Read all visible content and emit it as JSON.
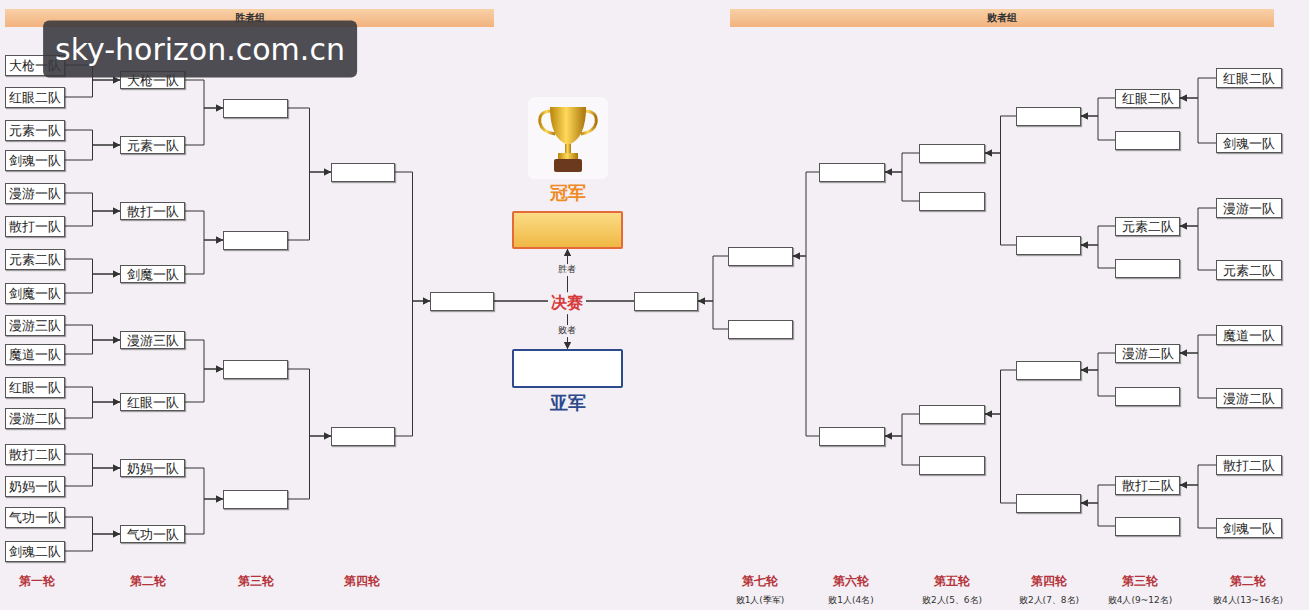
{
  "diagram": {
    "nodes": [
      {
        "text": [
          "胜者组"
        ]
      },
      {
        "text": [
          "败者组"
        ]
      },
      {
        "text": [
          "大枪一队"
        ]
      },
      {
        "text": [
          "红眼二队"
        ]
      },
      {
        "text": [
          "元素一队"
        ]
      },
      {
        "text": [
          "剑魂一队"
        ]
      },
      {
        "text": [
          "漫游一队"
        ]
      },
      {
        "text": [
          "散打一队"
        ]
      },
      {
        "text": [
          "元素二队"
        ]
      },
      {
        "text": [
          "剑魔一队"
        ]
      },
      {
        "text": [
          "漫游三队"
        ]
      },
      {
        "text": [
          "魔道一队"
        ]
      },
      {
        "text": [
          "红眼一队"
        ]
      },
      {
        "text": [
          "漫游二队"
        ]
      },
      {
        "text": [
          "散打二队"
        ]
      },
      {
        "text": [
          "奶妈一队"
        ]
      },
      {
        "text": [
          "气功一队"
        ]
      },
      {
        "text": [
          "剑魂二队"
        ]
      },
      {
        "text": [
          "大枪一队"
        ]
      },
      {
        "text": [
          "元素一队"
        ]
      },
      {
        "text": [
          "散打一队"
        ]
      },
      {
        "text": [
          "剑魔一队"
        ]
      },
      {
        "text": [
          "漫游三队"
        ]
      },
      {
        "text": [
          "红眼一队"
        ]
      },
      {
        "text": [
          "奶妈一队"
        ]
      },
      {
        "text": [
          "气功一队"
        ]
      },
      {
        "text": []
      },
      {
        "text": []
      },
      {
        "text": []
      },
      {
        "text": []
      },
      {
        "text": []
      },
      {
        "text": []
      },
      {
        "text": []
      },
      {
        "text": [
          "冠军"
        ]
      },
      {
        "text": [
          "亚军"
        ]
      },
      {
        "text": []
      },
      {
        "text": []
      },
      {
        "text": []
      },
      {
        "text": []
      },
      {
        "text": []
      },
      {
        "text": []
      },
      {
        "text": []
      },
      {
        "text": []
      },
      {
        "text": []
      },
      {
        "text": []
      },
      {
        "text": []
      },
      {
        "text": []
      },
      {
        "text": []
      },
      {
        "text": [
          "红眼二队"
        ]
      },
      {
        "text": []
      },
      {
        "text": [
          "元素二队"
        ]
      },
      {
        "text": []
      },
      {
        "text": [
          "漫游二队"
        ]
      },
      {
        "text": []
      },
      {
        "text": [
          "散打二队"
        ]
      },
      {
        "text": []
      },
      {
        "text": [
          "红眼二队"
        ]
      },
      {
        "text": [
          "剑魂一队"
        ]
      },
      {
        "text": [
          "漫游一队"
        ]
      },
      {
        "text": [
          "元素二队"
        ]
      },
      {
        "text": [
          "魔道一队"
        ]
      },
      {
        "text": [
          "漫游二队"
        ]
      },
      {
        "text": [
          "散打二队"
        ]
      },
      {
        "text": [
          "剑魂一队"
        ]
      }
    ],
    "edges": [
      {
        "from": 2,
        "to": 18,
        "arrow": "to"
      },
      {
        "from": 3,
        "to": 18,
        "arrow": "to"
      },
      {
        "from": 4,
        "to": 19,
        "arrow": "to"
      },
      {
        "from": 5,
        "to": 19,
        "arrow": "to"
      },
      {
        "from": 6,
        "to": 20,
        "arrow": "to"
      },
      {
        "from": 7,
        "to": 20,
        "arrow": "to"
      },
      {
        "from": 8,
        "to": 21,
        "arrow": "to"
      },
      {
        "from": 9,
        "to": 21,
        "arrow": "to"
      },
      {
        "from": 10,
        "to": 22,
        "arrow": "to"
      },
      {
        "from": 11,
        "to": 22,
        "arrow": "to"
      },
      {
        "from": 12,
        "to": 23,
        "arrow": "to"
      },
      {
        "from": 13,
        "to": 23,
        "arrow": "to"
      },
      {
        "from": 14,
        "to": 24,
        "arrow": "to"
      },
      {
        "from": 15,
        "to": 24,
        "arrow": "to"
      },
      {
        "from": 16,
        "to": 25,
        "arrow": "to"
      },
      {
        "from": 17,
        "to": 25,
        "arrow": "to"
      },
      {
        "from": 18,
        "to": 26,
        "arrow": "to"
      },
      {
        "from": 19,
        "to": 26,
        "arrow": "to"
      },
      {
        "from": 20,
        "to": 27,
        "arrow": "to"
      },
      {
        "from": 21,
        "to": 27,
        "arrow": "to"
      },
      {
        "from": 22,
        "to": 28,
        "arrow": "to"
      },
      {
        "from": 23,
        "to": 28,
        "arrow": "to"
      },
      {
        "from": 24,
        "to": 29,
        "arrow": "to"
      },
      {
        "from": 25,
        "to": 29,
        "arrow": "to"
      },
      {
        "from": 26,
        "to": 30,
        "arrow": "to"
      },
      {
        "from": 27,
        "to": 30,
        "arrow": "to"
      },
      {
        "from": 28,
        "to": 31,
        "arrow": "to"
      },
      {
        "from": 29,
        "to": 31,
        "arrow": "to"
      },
      {
        "from": 30,
        "to": 32,
        "arrow": "to"
      },
      {
        "from": 31,
        "to": 32,
        "arrow": "to"
      },
      {
        "from": 32,
        "to": 33,
        "arrow": "to"
      },
      {
        "from": 32,
        "to": 34,
        "arrow": "to"
      },
      {
        "from": 35,
        "to": 33,
        "arrow": "to"
      },
      {
        "from": 35,
        "to": 34,
        "arrow": "to"
      },
      {
        "from": 56,
        "to": 48,
        "arrow": "to"
      },
      {
        "from": 57,
        "to": 48,
        "arrow": "to"
      },
      {
        "from": 58,
        "to": 50,
        "arrow": "to"
      },
      {
        "from": 59,
        "to": 50,
        "arrow": "to"
      },
      {
        "from": 60,
        "to": 52,
        "arrow": "to"
      },
      {
        "from": 61,
        "to": 52,
        "arrow": "to"
      },
      {
        "from": 62,
        "to": 54,
        "arrow": "to"
      },
      {
        "from": 63,
        "to": 54,
        "arrow": "to"
      },
      {
        "from": 48,
        "to": 44,
        "arrow": "to"
      },
      {
        "from": 49,
        "to": 44,
        "arrow": "to"
      },
      {
        "from": 50,
        "to": 45,
        "arrow": "to"
      },
      {
        "from": 51,
        "to": 45,
        "arrow": "to"
      },
      {
        "from": 52,
        "to": 46,
        "arrow": "to"
      },
      {
        "from": 53,
        "to": 46,
        "arrow": "to"
      },
      {
        "from": 54,
        "to": 47,
        "arrow": "to"
      },
      {
        "from": 55,
        "to": 47,
        "arrow": "to"
      },
      {
        "from": 44,
        "to": 40,
        "arrow": "to"
      },
      {
        "from": 45,
        "to": 40,
        "arrow": "to"
      },
      {
        "from": 46,
        "to": 42,
        "arrow": "to"
      },
      {
        "from": 47,
        "to": 42,
        "arrow": "to"
      },
      {
        "from": 40,
        "to": 38,
        "arrow": "to"
      },
      {
        "from": 41,
        "to": 38,
        "arrow": "to"
      },
      {
        "from": 42,
        "to": 39,
        "arrow": "to"
      },
      {
        "from": 43,
        "to": 39,
        "arrow": "to"
      },
      {
        "from": 38,
        "to": 36,
        "arrow": "to"
      },
      {
        "from": 39,
        "to": 36,
        "arrow": "to"
      },
      {
        "from": 36,
        "to": 35,
        "arrow": "to"
      },
      {
        "from": 37,
        "to": 35,
        "arrow": "to"
      }
    ],
    "labels": [
      "sky-horizon.com.cn",
      "胜者",
      "决赛",
      "败者",
      "第一轮",
      "第二轮",
      "第三轮",
      "第四轮",
      "第七轮",
      "败1人(季军)",
      "第六轮",
      "败1人(4名)",
      "第五轮",
      "败2人(5、6名)",
      "第四轮",
      "败2人(7、8名)",
      "第三轮",
      "败4人(9~12名)",
      "第二轮",
      "败4人(13~16名)"
    ]
  }
}
